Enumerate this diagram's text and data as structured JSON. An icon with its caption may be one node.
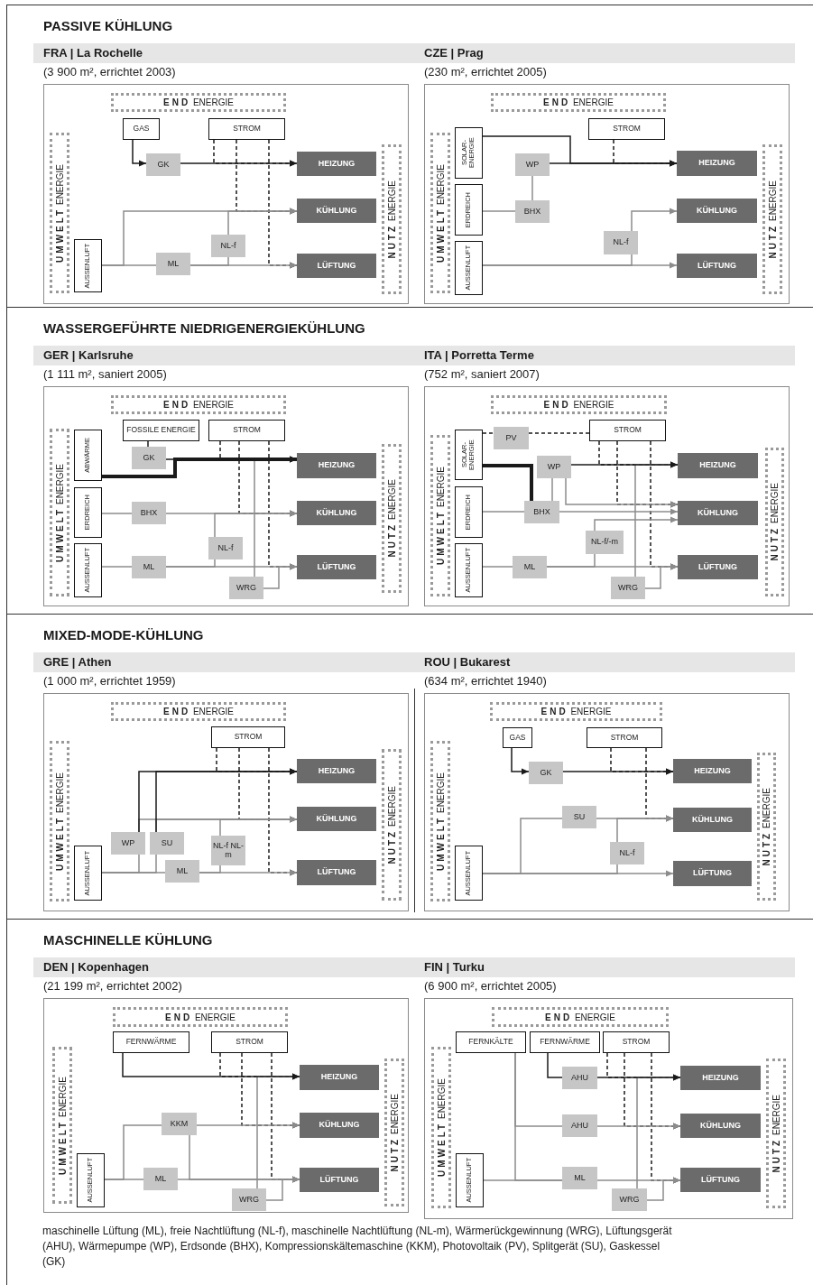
{
  "diagram": {
    "nodes": [
      {
        "text": [
          "PASSIVE KÜHLUNG"
        ]
      },
      {
        "text": [
          "FRA | La Rochelle",
          "(3 900 m², errichtet 2003)"
        ],
        "in": 0
      },
      {
        "text": [
          "**END** ENERGIE"
        ],
        "in": 1
      },
      {
        "text": [
          "**UMWELT** ENERGIE"
        ],
        "in": 1
      },
      {
        "text": [
          "**NUTZ** ENERGIE"
        ],
        "in": 1
      },
      {
        "text": [
          "GAS"
        ],
        "in": 1
      },
      {
        "text": [
          "STROM"
        ],
        "in": 1
      },
      {
        "text": [
          "AUSSENLUFT"
        ],
        "in": 1
      },
      {
        "text": [
          "GK"
        ],
        "in": 1
      },
      {
        "text": [
          "NL-f"
        ],
        "in": 1
      },
      {
        "text": [
          "ML"
        ],
        "in": 1
      },
      {
        "text": [
          "HEIZUNG"
        ],
        "in": 1
      },
      {
        "text": [
          "KÜHLUNG"
        ],
        "in": 1
      },
      {
        "text": [
          "LÜFTUNG"
        ],
        "in": 1
      },
      {
        "text": [
          "CZE | Prag",
          "(230 m², errichtet 2005)"
        ],
        "in": 0
      },
      {
        "text": [
          "**END** ENERGIE"
        ],
        "in": 14
      },
      {
        "text": [
          "**UMWELT** ENERGIE"
        ],
        "in": 14
      },
      {
        "text": [
          "**NUTZ** ENERGIE"
        ],
        "in": 14
      },
      {
        "text": [
          "STROM"
        ],
        "in": 14
      },
      {
        "text": [
          "SOLAR-ENERGIE"
        ],
        "in": 14
      },
      {
        "text": [
          "ERDREICH"
        ],
        "in": 14
      },
      {
        "text": [
          "AUSSENLUFT"
        ],
        "in": 14
      },
      {
        "text": [
          "WP"
        ],
        "in": 14
      },
      {
        "text": [
          "BHX"
        ],
        "in": 14
      },
      {
        "text": [
          "NL-f"
        ],
        "in": 14
      },
      {
        "text": [
          "HEIZUNG"
        ],
        "in": 14
      },
      {
        "text": [
          "KÜHLUNG"
        ],
        "in": 14
      },
      {
        "text": [
          "LÜFTUNG"
        ],
        "in": 14
      },
      {
        "text": [
          "WASSERGEFÜHRTE NIEDRIGENERGIEKÜHLUNG"
        ]
      },
      {
        "text": [
          "GER | Karlsruhe",
          "(1 111 m², saniert 2005)"
        ],
        "in": 28
      },
      {
        "text": [
          "**END** ENERGIE"
        ],
        "in": 29
      },
      {
        "text": [
          "**UMWELT** ENERGIE"
        ],
        "in": 29
      },
      {
        "text": [
          "**NUTZ** ENERGIE"
        ],
        "in": 29
      },
      {
        "text": [
          "FOSSILE ENERGIE"
        ],
        "in": 29
      },
      {
        "text": [
          "STROM"
        ],
        "in": 29
      },
      {
        "text": [
          "ABWÄRME"
        ],
        "in": 29
      },
      {
        "text": [
          "ERDREICH"
        ],
        "in": 29
      },
      {
        "text": [
          "AUSSENLUFT"
        ],
        "in": 29
      },
      {
        "text": [
          "GK"
        ],
        "in": 29
      },
      {
        "text": [
          "BHX"
        ],
        "in": 29
      },
      {
        "text": [
          "NL-f"
        ],
        "in": 29
      },
      {
        "text": [
          "ML"
        ],
        "in": 29
      },
      {
        "text": [
          "WRG"
        ],
        "in": 29
      },
      {
        "text": [
          "HEIZUNG"
        ],
        "in": 29
      },
      {
        "text": [
          "KÜHLUNG"
        ],
        "in": 29
      },
      {
        "text": [
          "LÜFTUNG"
        ],
        "in": 29
      },
      {
        "text": [
          "ITA | Porretta Terme",
          "(752 m², saniert 2007)"
        ],
        "in": 28
      },
      {
        "text": [
          "**END** ENERGIE"
        ],
        "in": 46
      },
      {
        "text": [
          "**UMWELT** ENERGIE"
        ],
        "in": 46
      },
      {
        "text": [
          "**NUTZ** ENERGIE"
        ],
        "in": 46
      },
      {
        "text": [
          "PV"
        ],
        "in": 46
      },
      {
        "text": [
          "STROM"
        ],
        "in": 46
      },
      {
        "text": [
          "SOLAR-ENERGIE"
        ],
        "in": 46
      },
      {
        "text": [
          "ERDREICH"
        ],
        "in": 46
      },
      {
        "text": [
          "AUSSENLUFT"
        ],
        "in": 46
      },
      {
        "text": [
          "WP"
        ],
        "in": 46
      },
      {
        "text": [
          "BHX"
        ],
        "in": 46
      },
      {
        "text": [
          "NL-f/-m"
        ],
        "in": 46
      },
      {
        "text": [
          "ML"
        ],
        "in": 46
      },
      {
        "text": [
          "WRG"
        ],
        "in": 46
      },
      {
        "text": [
          "HEIZUNG"
        ],
        "in": 46
      },
      {
        "text": [
          "KÜHLUNG"
        ],
        "in": 46
      },
      {
        "text": [
          "LÜFTUNG"
        ],
        "in": 46
      },
      {
        "text": [
          "MIXED-MODE-KÜHLUNG"
        ]
      },
      {
        "text": [
          "GRE | Athen",
          "(1 000 m², errichtet 1959)"
        ],
        "in": 63
      },
      {
        "text": [
          "**END** ENERGIE"
        ],
        "in": 64
      },
      {
        "text": [
          "**UMWELT** ENERGIE"
        ],
        "in": 64
      },
      {
        "text": [
          "**NUTZ** ENERGIE"
        ],
        "in": 64
      },
      {
        "text": [
          "STROM"
        ],
        "in": 64
      },
      {
        "text": [
          "AUSSENLUFT"
        ],
        "in": 64
      },
      {
        "text": [
          "WP"
        ],
        "in": 64
      },
      {
        "text": [
          "SU"
        ],
        "in": 64
      },
      {
        "text": [
          "NL-f NL-m"
        ],
        "in": 64
      },
      {
        "text": [
          "ML"
        ],
        "in": 64
      },
      {
        "text": [
          "HEIZUNG"
        ],
        "in": 64
      },
      {
        "text": [
          "KÜHLUNG"
        ],
        "in": 64
      },
      {
        "text": [
          "LÜFTUNG"
        ],
        "in": 64
      },
      {
        "text": [
          "ROU | Bukarest",
          "(634 m², errichtet 1940)"
        ],
        "in": 63
      },
      {
        "text": [
          "**END** ENERGIE"
        ],
        "in": 77
      },
      {
        "text": [
          "**UMWELT** ENERGIE"
        ],
        "in": 77
      },
      {
        "text": [
          "**NUTZ** ENERGIE"
        ],
        "in": 77
      },
      {
        "text": [
          "GAS"
        ],
        "in": 77
      },
      {
        "text": [
          "STROM"
        ],
        "in": 77
      },
      {
        "text": [
          "AUSSENLUFT"
        ],
        "in": 77
      },
      {
        "text": [
          "GK"
        ],
        "in": 77
      },
      {
        "text": [
          "SU"
        ],
        "in": 77
      },
      {
        "text": [
          "NL-f"
        ],
        "in": 77
      },
      {
        "text": [
          "HEIZUNG"
        ],
        "in": 77
      },
      {
        "text": [
          "KÜHLUNG"
        ],
        "in": 77
      },
      {
        "text": [
          "LÜFTUNG"
        ],
        "in": 77
      },
      {
        "text": [
          "MASCHINELLE KÜHLUNG"
        ]
      },
      {
        "text": [
          "DEN | Kopenhagen",
          "(21 199 m², errichtet 2002)"
        ],
        "in": 90
      },
      {
        "text": [
          "**END** ENERGIE"
        ],
        "in": 91
      },
      {
        "text": [
          "**UMWELT** ENERGIE"
        ],
        "in": 91
      },
      {
        "text": [
          "**NUTZ** ENERGIE"
        ],
        "in": 91
      },
      {
        "text": [
          "FERNWÄRME"
        ],
        "in": 91
      },
      {
        "text": [
          "STROM"
        ],
        "in": 91
      },
      {
        "text": [
          "AUSSENLUFT"
        ],
        "in": 91
      },
      {
        "text": [
          "KKM"
        ],
        "in": 91
      },
      {
        "text": [
          "ML"
        ],
        "in": 91
      },
      {
        "text": [
          "WRG"
        ],
        "in": 91
      },
      {
        "text": [
          "HEIZUNG"
        ],
        "in": 91
      },
      {
        "text": [
          "KÜHLUNG"
        ],
        "in": 91
      },
      {
        "text": [
          "LÜFTUNG"
        ],
        "in": 91
      },
      {
        "text": [
          "FIN | Turku",
          "(6 900 m², errichtet 2005)"
        ],
        "in": 90
      },
      {
        "text": [
          "**END** ENERGIE"
        ],
        "in": 104
      },
      {
        "text": [
          "**UMWELT** ENERGIE"
        ],
        "in": 104
      },
      {
        "text": [
          "**NUTZ** ENERGIE"
        ],
        "in": 104
      },
      {
        "text": [
          "FERNKÄLTE"
        ],
        "in": 104
      },
      {
        "text": [
          "FERNWÄRME"
        ],
        "in": 104
      },
      {
        "text": [
          "STROM"
        ],
        "in": 104
      },
      {
        "text": [
          "AUSSENLUFT"
        ],
        "in": 104
      },
      {
        "text": [
          "AHU"
        ],
        "in": 104
      },
      {
        "text": [
          "AHU"
        ],
        "in": 104
      },
      {
        "text": [
          "ML"
        ],
        "in": 104
      },
      {
        "text": [
          "WRG"
        ],
        "in": 104
      },
      {
        "text": [
          "HEIZUNG"
        ],
        "in": 104
      },
      {
        "text": [
          "KÜHLUNG"
        ],
        "in": 104
      },
      {
        "text": [
          "LÜFTUNG"
        ],
        "in": 104
      }
    ],
    "edges": [
      {
        "from": 5,
        "to": 8,
        "arrow": "to",
        "color": "#1a1a1a"
      },
      {
        "from": 8,
        "to": 11,
        "arrow": "to",
        "color": "#1a1a1a"
      },
      {
        "from": 6,
        "to": 11,
        "arrow": "to",
        "style": "dashed",
        "color": "#1a1a1a"
      },
      {
        "from": 6,
        "to": 12,
        "arrow": "to",
        "style": "dashed",
        "color": "#1a1a1a"
      },
      {
        "from": 6,
        "to": 13,
        "arrow": "to",
        "style": "dashed",
        "color": "#1a1a1a"
      },
      {
        "from": 7,
        "to": 10,
        "arrow": "none"
      },
      {
        "from": 10,
        "to": 13,
        "arrow": "to"
      },
      {
        "from": 7,
        "to": 12,
        "arrow": "to"
      },
      {
        "from": 9,
        "to": 12,
        "arrow": "to"
      },
      {
        "from": 10,
        "to": 9,
        "arrow": "none"
      },
      {
        "from": 19,
        "to": 25,
        "arrow": "to",
        "color": "#1a1a1a"
      },
      {
        "from": 22,
        "to": 25,
        "arrow": "to",
        "color": "#1a1a1a"
      },
      {
        "from": 18,
        "to": 25,
        "arrow": "to",
        "style": "dashed",
        "color": "#1a1a1a"
      },
      {
        "from": 23,
        "to": 22,
        "arrow": "none"
      },
      {
        "from": 20,
        "to": 23,
        "arrow": "none"
      },
      {
        "from": 21,
        "to": 27,
        "arrow": "to"
      },
      {
        "from": 24,
        "to": 26,
        "arrow": "to"
      },
      {
        "from": 21,
        "to": 24,
        "arrow": "none"
      },
      {
        "from": 33,
        "to": 38,
        "arrow": "none",
        "color": "#1a1a1a"
      },
      {
        "from": 38,
        "to": 43,
        "arrow": "to",
        "color": "#1a1a1a"
      },
      {
        "from": 35,
        "to": 43,
        "arrow": "to",
        "style": "thick",
        "color": "#1a1a1a"
      },
      {
        "from": 34,
        "to": 43,
        "arrow": "to",
        "style": "dashed",
        "color": "#1a1a1a"
      },
      {
        "from": 34,
        "to": 44,
        "arrow": "to",
        "style": "dashed",
        "color": "#1a1a1a"
      },
      {
        "from": 34,
        "to": 45,
        "arrow": "to",
        "style": "dashed",
        "color": "#1a1a1a"
      },
      {
        "from": 36,
        "to": 39,
        "arrow": "none"
      },
      {
        "from": 39,
        "to": 44,
        "arrow": "to"
      },
      {
        "from": 37,
        "to": 41,
        "arrow": "none"
      },
      {
        "from": 41,
        "to": 45,
        "arrow": "to"
      },
      {
        "from": 40,
        "to": 44,
        "arrow": "to"
      },
      {
        "from": 41,
        "to": 40,
        "arrow": "none"
      },
      {
        "from": 42,
        "to": 43,
        "arrow": "to"
      },
      {
        "from": 42,
        "to": 45,
        "arrow": "to"
      },
      {
        "from": 52,
        "to": 50,
        "arrow": "none",
        "style": "dashed",
        "color": "#1a1a1a"
      },
      {
        "from": 50,
        "to": 51,
        "arrow": "none",
        "style": "dashed",
        "color": "#1a1a1a"
      },
      {
        "from": 52,
        "to": 56,
        "arrow": "none",
        "style": "thick",
        "color": "#1a1a1a"
      },
      {
        "from": 56,
        "to": 55,
        "arrow": "none"
      },
      {
        "from": 55,
        "to": 60,
        "arrow": "to",
        "color": "#1a1a1a"
      },
      {
        "from": 51,
        "to": 60,
        "arrow": "to",
        "style": "dashed",
        "color": "#1a1a1a"
      },
      {
        "from": 51,
        "to": 61,
        "arrow": "to",
        "style": "dashed",
        "color": "#1a1a1a"
      },
      {
        "from": 51,
        "to": 62,
        "arrow": "to",
        "style": "dashed",
        "color": "#1a1a1a"
      },
      {
        "from": 55,
        "to": 61,
        "arrow": "to"
      },
      {
        "from": 53,
        "to": 56,
        "arrow": "none"
      },
      {
        "from": 56,
        "to": 61,
        "arrow": "to"
      },
      {
        "from": 57,
        "to": 61,
        "arrow": "to"
      },
      {
        "from": 58,
        "to": 57,
        "arrow": "none"
      },
      {
        "from": 54,
        "to": 58,
        "arrow": "none"
      },
      {
        "from": 58,
        "to": 62,
        "arrow": "to"
      },
      {
        "from": 59,
        "to": 60,
        "arrow": "to"
      },
      {
        "from": 59,
        "to": 62,
        "arrow": "to"
      },
      {
        "from": 70,
        "to": 74,
        "arrow": "to",
        "color": "#1a1a1a"
      },
      {
        "from": 70,
        "to": 75,
        "arrow": "to"
      },
      {
        "from": 71,
        "to": 74,
        "arrow": "to",
        "color": "#1a1a1a"
      },
      {
        "from": 71,
        "to": 75,
        "arrow": "to"
      },
      {
        "from": 69,
        "to": 70,
        "arrow": "none"
      },
      {
        "from": 69,
        "to": 71,
        "arrow": "none"
      },
      {
        "from": 69,
        "to": 73,
        "arrow": "none"
      },
      {
        "from": 73,
        "to": 76,
        "arrow": "to"
      },
      {
        "from": 73,
        "to": 72,
        "arrow": "none"
      },
      {
        "from": 72,
        "to": 75,
        "arrow": "to"
      },
      {
        "from": 68,
        "to": 74,
        "arrow": "to",
        "style": "dashed",
        "color": "#1a1a1a"
      },
      {
        "from": 68,
        "to": 75,
        "arrow": "to",
        "style": "dashed",
        "color": "#1a1a1a"
      },
      {
        "from": 68,
        "to": 76,
        "arrow": "to",
        "style": "dashed",
        "color": "#1a1a1a"
      },
      {
        "from": 81,
        "to": 84,
        "arrow": "to",
        "color": "#1a1a1a"
      },
      {
        "from": 84,
        "to": 87,
        "arrow": "to",
        "color": "#1a1a1a"
      },
      {
        "from": 82,
        "to": 87,
        "arrow": "to",
        "style": "dashed",
        "color": "#1a1a1a"
      },
      {
        "from": 82,
        "to": 88,
        "arrow": "to",
        "style": "dashed",
        "color": "#1a1a1a"
      },
      {
        "from": 83,
        "to": 85,
        "arrow": "none"
      },
      {
        "from": 85,
        "to": 88,
        "arrow": "to"
      },
      {
        "from": 83,
        "to": 89,
        "arrow": "to"
      },
      {
        "from": 86,
        "to": 88,
        "arrow": "to"
      },
      {
        "from": 83,
        "to": 86,
        "arrow": "none"
      },
      {
        "from": 95,
        "to": 101,
        "arrow": "to",
        "color": "#1a1a1a"
      },
      {
        "from": 96,
        "to": 101,
        "arrow": "to",
        "style": "dashed",
        "color": "#1a1a1a"
      },
      {
        "from": 96,
        "to": 102,
        "arrow": "to",
        "style": "dashed",
        "color": "#1a1a1a"
      },
      {
        "from": 96,
        "to": 103,
        "arrow": "to",
        "style": "dashed",
        "color": "#1a1a1a"
      },
      {
        "from": 97,
        "to": 99,
        "arrow": "none"
      },
      {
        "from": 99,
        "to": 103,
        "arrow": "to"
      },
      {
        "from": 97,
        "to": 98,
        "arrow": "none"
      },
      {
        "from": 98,
        "to": 102,
        "arrow": "to"
      },
      {
        "from": 98,
        "to": 103,
        "arrow": "to"
      },
      {
        "from": 100,
        "to": 101,
        "arrow": "to"
      },
      {
        "from": 100,
        "to": 103,
        "arrow": "to"
      },
      {
        "from": 109,
        "to": 112,
        "arrow": "none",
        "color": "#1a1a1a"
      },
      {
        "from": 112,
        "to": 116,
        "arrow": "to",
        "color": "#1a1a1a"
      },
      {
        "from": 110,
        "to": 116,
        "arrow": "to",
        "style": "dashed",
        "color": "#1a1a1a"
      },
      {
        "from": 110,
        "to": 117,
        "arrow": "to",
        "style": "dashed",
        "color": "#1a1a1a"
      },
      {
        "from": 110,
        "to": 118,
        "arrow": "to",
        "style": "dashed",
        "color": "#1a1a1a"
      },
      {
        "from": 108,
        "to": 113,
        "arrow": "none"
      },
      {
        "from": 108,
        "to": 114,
        "arrow": "none"
      },
      {
        "from": 111,
        "to": 114,
        "arrow": "none"
      },
      {
        "from": 113,
        "to": 117,
        "arrow": "to"
      },
      {
        "from": 114,
        "to": 118,
        "arrow": "to"
      },
      {
        "from": 115,
        "to": 116,
        "arrow": "to"
      },
      {
        "from": 115,
        "to": 118,
        "arrow": "to"
      }
    ],
    "caption": "maschinelle Lüftung (ML), freie Nachtlüftung (NL-f), maschinelle Nachtlüftung (NL-m), Wärmerückgewinnung (WRG), Lüftungsgerät (AHU), Wärmepumpe (WP), Erdsonde (BHX), Kompressionskältemaschine (KKM), Photovoltaik (PV), Splitgerät (SU), Gaskessel (GK)"
  }
}
